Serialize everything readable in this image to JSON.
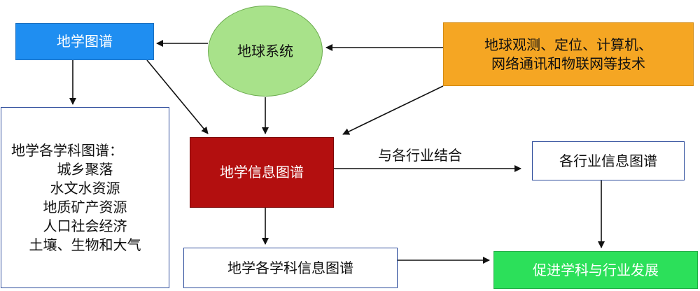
{
  "nodes": {
    "dixue_tupu": "地学图谱",
    "diqiu_xitong": "地球系统",
    "tech_line1": "地球观测、定位、计算机、",
    "tech_line2": "网络通讯和物联网等技术",
    "subjects_title": "地学各学科图谱：",
    "subjects_items": [
      "城乡聚落",
      "水文水资源",
      "地质矿产资源",
      "人口社会经济",
      "土壤、生物和大气"
    ],
    "dixue_xinxi_tupu": "地学信息图谱",
    "hangye_xinxi_tupu": "各行业信息图谱",
    "xueke_xinxi_tupu": "地学各学科信息图谱",
    "fazhan": "促进学科与行业发展"
  },
  "edge_labels": {
    "combine": "与各行业结合"
  },
  "colors": {
    "blue_box": "#1f8ef1",
    "green_circle": "#a8e28a",
    "orange_box": "#f5a623",
    "red_box": "#b30f0f",
    "green_box": "#2ce05a",
    "outline_blue": "#2e4d9c"
  }
}
